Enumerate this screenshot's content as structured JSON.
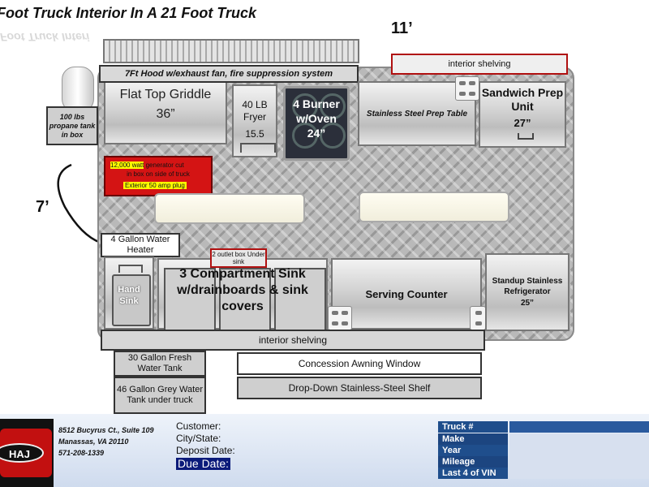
{
  "title": "Foot Truck Interior In A 21 Foot Truck",
  "title_reflection": "Foot Truck Interi",
  "dimensions": {
    "length": "11’",
    "width": "7’"
  },
  "hood": "7Ft Hood w/exhaust fan, fire suppression system",
  "interior_shelving_top": "interior shelving",
  "interior_shelving_bottom": "interior shelving",
  "griddle": {
    "name": "Flat Top Griddle",
    "size": "36”"
  },
  "fryer": {
    "name": "40 LB Fryer",
    "size": "15.5"
  },
  "burner": {
    "line1": "4 Burner",
    "line2": "w/Oven",
    "size": "24”"
  },
  "prep_table": "Stainless Steel Prep Table",
  "sandwich_unit": {
    "name": "Sandwich Prep Unit",
    "size": "27”"
  },
  "propane": "100 lbs propane tank in box",
  "generator": {
    "wattage": "12,000 watt",
    "text1": "generator cut",
    "text2": "in box on side of truck",
    "plug": "Exterior 50 amp plug"
  },
  "water_heater": "4 Gallon Water Heater",
  "hand_sink": "Hand Sink",
  "outlet_box": "2 outlet box Under sink",
  "compartment_sink": "3 Compartment Sink w/drainboards & sink covers",
  "serving_counter": "Serving Counter",
  "refrigerator": {
    "name": "Standup Stainless Refrigerator",
    "size": "25”"
  },
  "fresh_tank": "30 Gallon Fresh Water Tank",
  "grey_tank": "46 Gallon Grey Water Tank under truck",
  "awning_window": "Concession Awning Window",
  "shelf": "Drop-Down Stainless-Steel Shelf",
  "logo_text": "HAJ",
  "address": {
    "line1": "8512 Bucyrus Ct., Suite 109",
    "line2": "Manassas, VA 20110",
    "phone": "571-208-1339"
  },
  "customer_fields": {
    "customer": "Customer:",
    "city_state": "City/State:",
    "deposit_date": "Deposit Date:",
    "due_date": "Due Date:"
  },
  "vehicle_table": [
    {
      "label": "Truck #"
    },
    {
      "label": "Make"
    },
    {
      "label": "Year"
    },
    {
      "label": "Mileage"
    },
    {
      "label": "Last 4 of VIN"
    }
  ],
  "colors": {
    "accent_red": "#b01010",
    "generator_bg": "#d41414",
    "highlight_yellow": "#ffff00",
    "footer_blue": "#1f4e8c"
  }
}
